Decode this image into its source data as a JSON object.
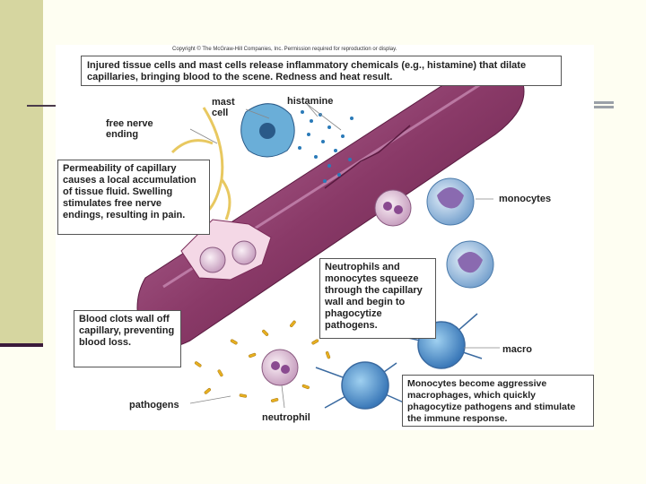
{
  "copyright": "Copyright © The McGraw-Hill Companies, Inc. Permission required for reproduction or display.",
  "callouts": {
    "injured": "Injured tissue cells and mast cells release inflammatory chemicals (e.g., histamine) that dilate capillaries, bringing blood to the scene. Redness and heat result.",
    "permeability": "Permeability of capillary causes a local accumulation of tissue fluid. Swelling stimulates free nerve endings, resulting in pain.",
    "squeeze": "Neutrophils and monocytes squeeze through the capillary wall and begin to phagocytize pathogens.",
    "clots": "Blood clots wall off capillary, preventing blood loss.",
    "aggressive": "Monocytes become aggressive macrophages, which quickly phagocytize pathogens and stimulate the immune response."
  },
  "labels": {
    "mast_cell": "mast\ncell",
    "histamine": "histamine",
    "nerve": "free nerve\nending",
    "monocytes": "monocytes",
    "macro": "macro",
    "pathogens": "pathogens",
    "neutrophil": "neutrophil"
  },
  "colors": {
    "capillary": "#8a3a68",
    "histamine_dots": "#2a7ab8",
    "nerve": "#e8c860",
    "monocyte": "#8ab0d8",
    "pathogen": "#e8b020",
    "sidebar": "#d6d6a0"
  }
}
